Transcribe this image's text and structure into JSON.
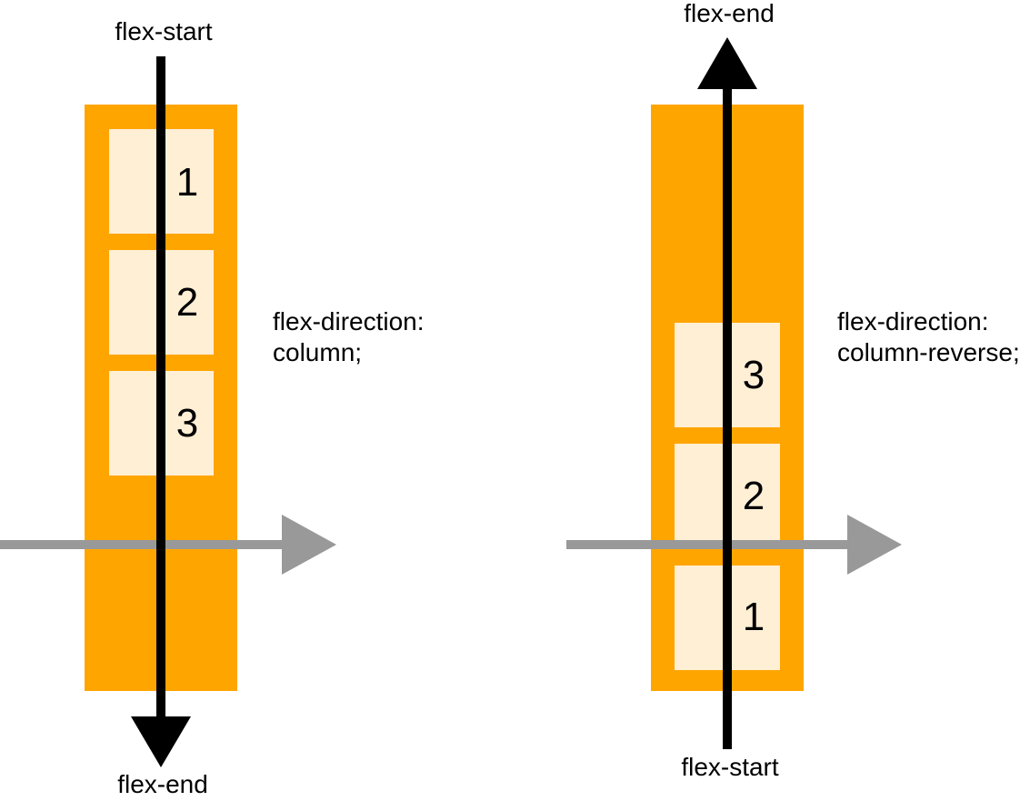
{
  "colors": {
    "container": "#FFA500",
    "item": "#FFEFD5",
    "main_axis": "#000000",
    "cross_axis": "#999999"
  },
  "left_panel": {
    "axis_start_label": "flex-start",
    "axis_end_label": "flex-end",
    "caption_line1": "flex-direction:",
    "caption_line2": "column;",
    "items": [
      "1",
      "2",
      "3"
    ]
  },
  "right_panel": {
    "axis_start_label": "flex-start",
    "axis_end_label": "flex-end",
    "caption_line1": "flex-direction:",
    "caption_line2": "column-reverse;",
    "items": [
      "3",
      "2",
      "1"
    ]
  }
}
